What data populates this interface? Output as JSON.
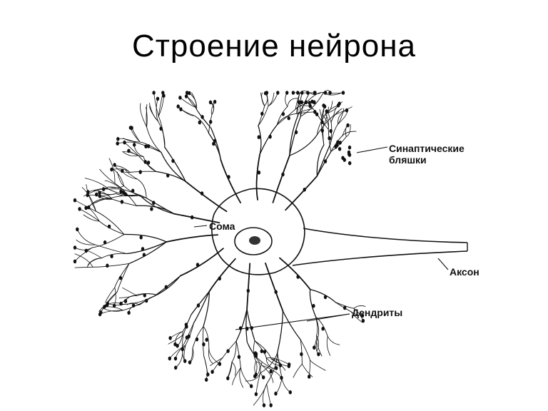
{
  "slide": {
    "title": "Строение нейрона"
  },
  "labels": {
    "synaptic_line1": "Синаптические",
    "synaptic_line2": "бляшки",
    "soma": "Сома",
    "axon": "Аксон",
    "dendrites": "Дендриты"
  },
  "colors": {
    "ink": "#111111",
    "background": "#ffffff"
  }
}
